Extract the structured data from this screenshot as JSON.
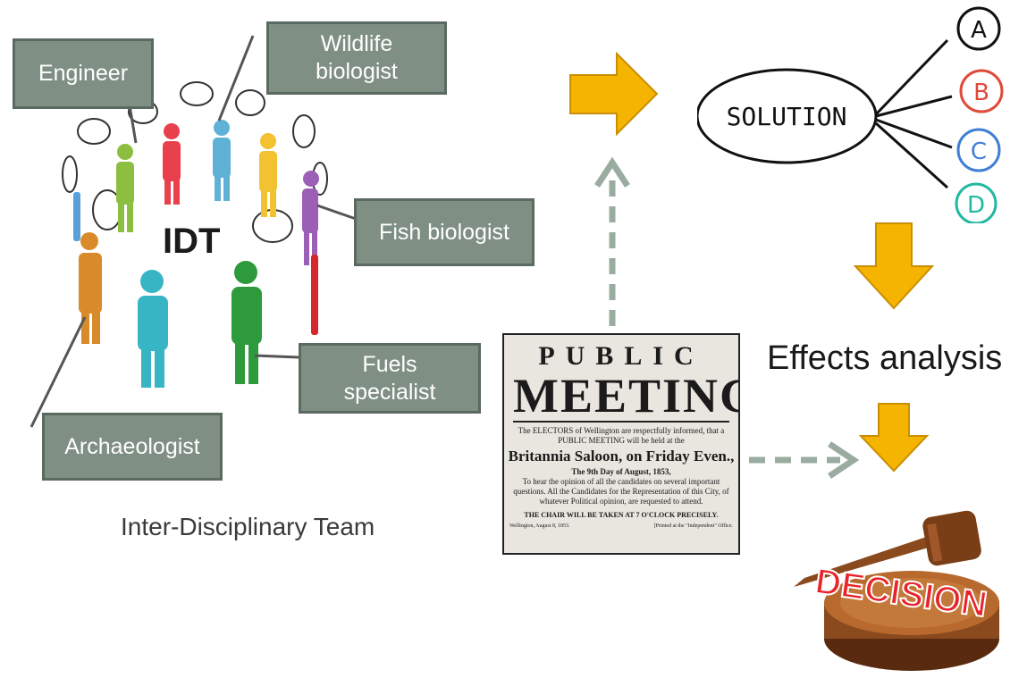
{
  "roles": {
    "engineer": "Engineer",
    "wildlife_biologist": "Wildlife biologist",
    "fish_biologist": "Fish biologist",
    "fuels_specialist": "Fuels specialist",
    "archaeologist": "Archaeologist"
  },
  "team": {
    "center_label": "IDT",
    "caption": "Inter-Disciplinary Team"
  },
  "poster": {
    "line1": "PUBLIC",
    "line2": "MEETING.",
    "intro": "The ELECTORS of Wellington are respectfully informed, that a PUBLIC MEETING will be held at the",
    "venue": "Britannia Saloon, on Friday Even.,",
    "date": "The 9th Day of August, 1853,",
    "body": "To hear the opinion of all the candidates on several important questions. All the Candidates for the Representation of this City, of whatever Political opinion, are requested to attend.",
    "chair": "THE CHAIR WILL BE TAKEN AT 7 O'CLOCK PRECISELY.",
    "footer_left": "Wellington, August 8, 1853.",
    "footer_right": "[Printed at the \"Independent\" Office."
  },
  "solution": {
    "label": "SOLUTION",
    "options": [
      "A",
      "B",
      "C",
      "D"
    ]
  },
  "effects_label": "Effects analysis",
  "decision_label": "DECISION",
  "colors": {
    "box_fill": "#7f8f84",
    "arrow_fill": "#f5b400",
    "dashed_arrow": "#9aaba0",
    "option_a": "#111111",
    "option_b": "#e04a3a",
    "option_c": "#3f7fd6",
    "option_d": "#23b8a0"
  }
}
